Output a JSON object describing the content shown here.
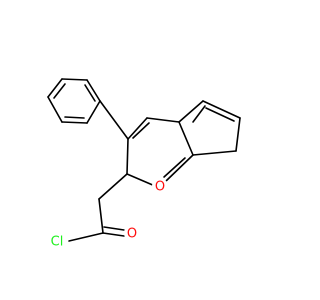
{
  "molecule": {
    "atoms": [
      {
        "symbol": "O",
        "color": "#ff0d0d"
      },
      {
        "symbol": "O",
        "color": "#ff0d0d"
      },
      {
        "symbol": "Cl",
        "color": "#1ff01f"
      }
    ]
  }
}
